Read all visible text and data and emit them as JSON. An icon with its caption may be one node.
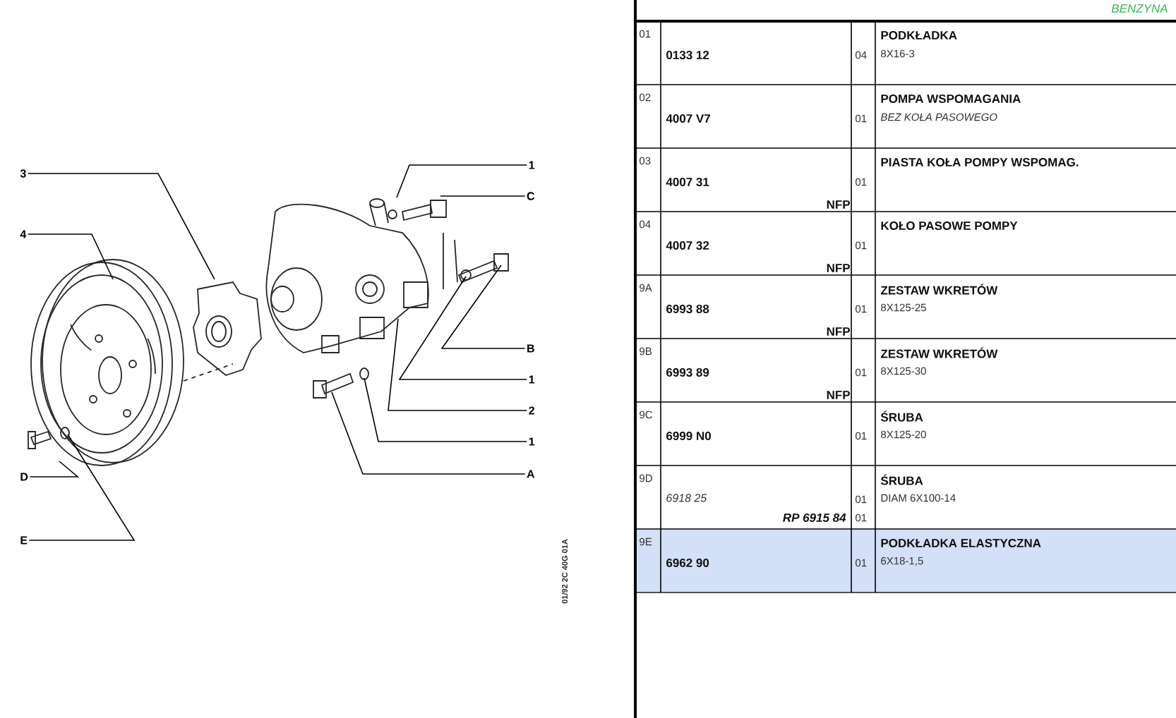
{
  "diagram": {
    "nodes": [
      {
        "text": [
          "1"
        ]
      },
      {
        "text": [
          "3"
        ]
      },
      {
        "text": [
          "C"
        ]
      },
      {
        "text": [
          "4"
        ]
      },
      {
        "text": [
          "B"
        ]
      },
      {
        "text": [
          "1"
        ]
      },
      {
        "text": [
          "2"
        ]
      },
      {
        "text": [
          "1"
        ]
      },
      {
        "text": [
          "A"
        ]
      },
      {
        "text": [
          "D"
        ]
      },
      {
        "text": [
          "E"
        ]
      }
    ],
    "edges": [
      {
        "from": 0,
        "to": null,
        "arrow": "none"
      },
      {
        "from": 1,
        "to": null,
        "arrow": "none"
      },
      {
        "from": 2,
        "to": null,
        "arrow": "none"
      },
      {
        "from": 3,
        "to": null,
        "arrow": "none"
      },
      {
        "from": 4,
        "to": null,
        "arrow": "none"
      },
      {
        "from": 5,
        "to": null,
        "arrow": "none"
      },
      {
        "from": 6,
        "to": null,
        "arrow": "none"
      },
      {
        "from": 7,
        "to": null,
        "arrow": "none"
      },
      {
        "from": 8,
        "to": null,
        "arrow": "none"
      },
      {
        "from": 9,
        "to": null,
        "arrow": "none"
      },
      {
        "from": 10,
        "to": null,
        "arrow": "none"
      }
    ],
    "labels": [
      "BENZYNA",
      "01",
      "0133 12",
      "04",
      "PODKŁADKA",
      "8X16-3",
      "02",
      "4007 V7",
      "01",
      "POMPA WSPOMAGANIA",
      "BEZ KOŁA PASOWEGO",
      "03",
      "4007 31",
      "NFP",
      "01",
      "PIASTA KOŁA POMPY WSPOMAG.",
      "04",
      "4007 32",
      "NFP",
      "01",
      "KOŁO PASOWE POMPY",
      "9A",
      "6993 88",
      "NFP",
      "01",
      "ZESTAW WKRETÓW",
      "8X125-25",
      "9B",
      "6993 89",
      "NFP",
      "01",
      "ZESTAW WKRETÓW",
      "8X125-30",
      "9C",
      "6999 N0",
      "01",
      "ŚRUBA",
      "8X125-20",
      "9D",
      "6918 25",
      "01",
      "ŚRUBA",
      "DIAM 6X100-14",
      "RP 6915 84",
      "01",
      "9E",
      "6962 90",
      "01",
      "PODKŁADKA ELASTYCZNA",
      "6X18-1,5",
      "01/92 2C 40G 01A"
    ]
  }
}
